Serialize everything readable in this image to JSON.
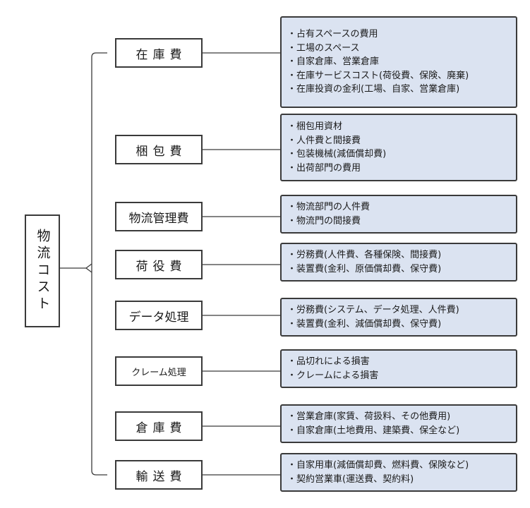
{
  "root": {
    "label": "物流コスト"
  },
  "categories": [
    {
      "id": "zaiko",
      "label": "在庫費",
      "items": [
        "・占有スペースの費用",
        "・工場のスペース",
        "・自家倉庫、営業倉庫",
        "・在庫サービスコスト(荷役費、保険、廃棄)",
        "・在庫投資の金利(工場、自家、営業倉庫)"
      ]
    },
    {
      "id": "konpo",
      "label": "梱包費",
      "items": [
        "・梱包用資材",
        "・人件費と間接費",
        "・包装機械(減価償却費)",
        "・出荷部門の費用"
      ]
    },
    {
      "id": "butsuryu-kanri",
      "label": "物流管理費",
      "items": [
        "・物流部門の人件費",
        "・物流門の間接費"
      ]
    },
    {
      "id": "niyaku",
      "label": "荷役費",
      "items": [
        "・労務費(人件費、各種保険、間接費)",
        "・装置費(金利、原価償却費、保守費)"
      ]
    },
    {
      "id": "data-shori",
      "label": "データ処理",
      "items": [
        "・労務費(システム、データ処理、人件費)",
        "・装置費(金利、減価償却費、保守費)"
      ]
    },
    {
      "id": "claim-shori",
      "label": "クレーム処理",
      "items": [
        "・品切れによる損害",
        "・クレームによる損害"
      ]
    },
    {
      "id": "soko",
      "label": "倉庫費",
      "items": [
        "・営業倉庫(家賃、荷扱料、その他費用)",
        "・自家倉庫(土地費用、建築費、保全など)"
      ]
    },
    {
      "id": "yuso",
      "label": "輸送費",
      "items": [
        "・自家用車(減価償却費、燃料費、保険など)",
        "・契約営業車(運送費、契約料)"
      ]
    }
  ],
  "colors": {
    "detail_fill": "#dbe3f1",
    "border": "#3a3a3a"
  }
}
